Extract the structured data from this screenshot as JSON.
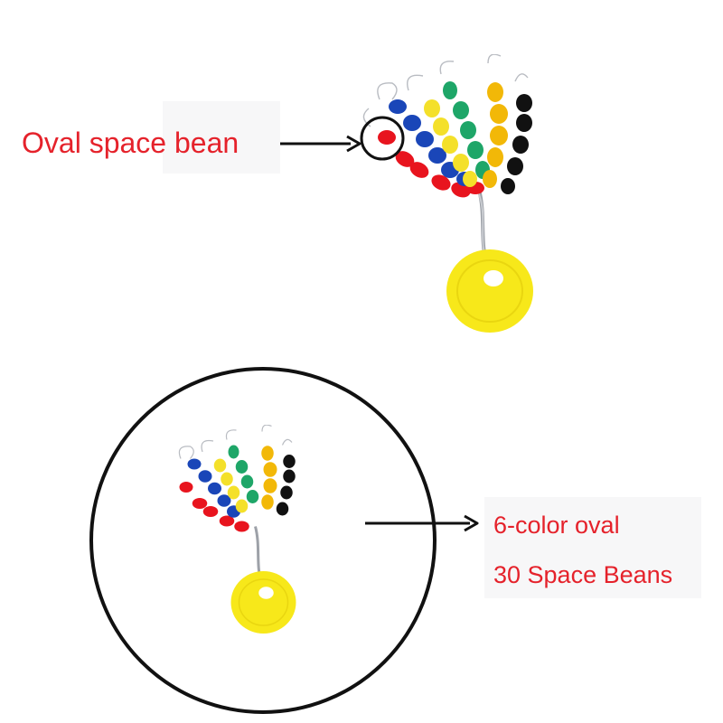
{
  "callout_top": {
    "text": "Oval space bean"
  },
  "callout_bottom": {
    "line1": "6-color oval",
    "line2": "30 Space Beans"
  },
  "colors": {
    "label_text": "#e5222b",
    "bean_red": "#e8141e",
    "bean_blue": "#1a46b8",
    "bean_yellow": "#f4e02a",
    "bean_green": "#1ea668",
    "bean_amber": "#f2b808",
    "bean_black": "#111111",
    "float_yellow": "#f7e81a"
  }
}
